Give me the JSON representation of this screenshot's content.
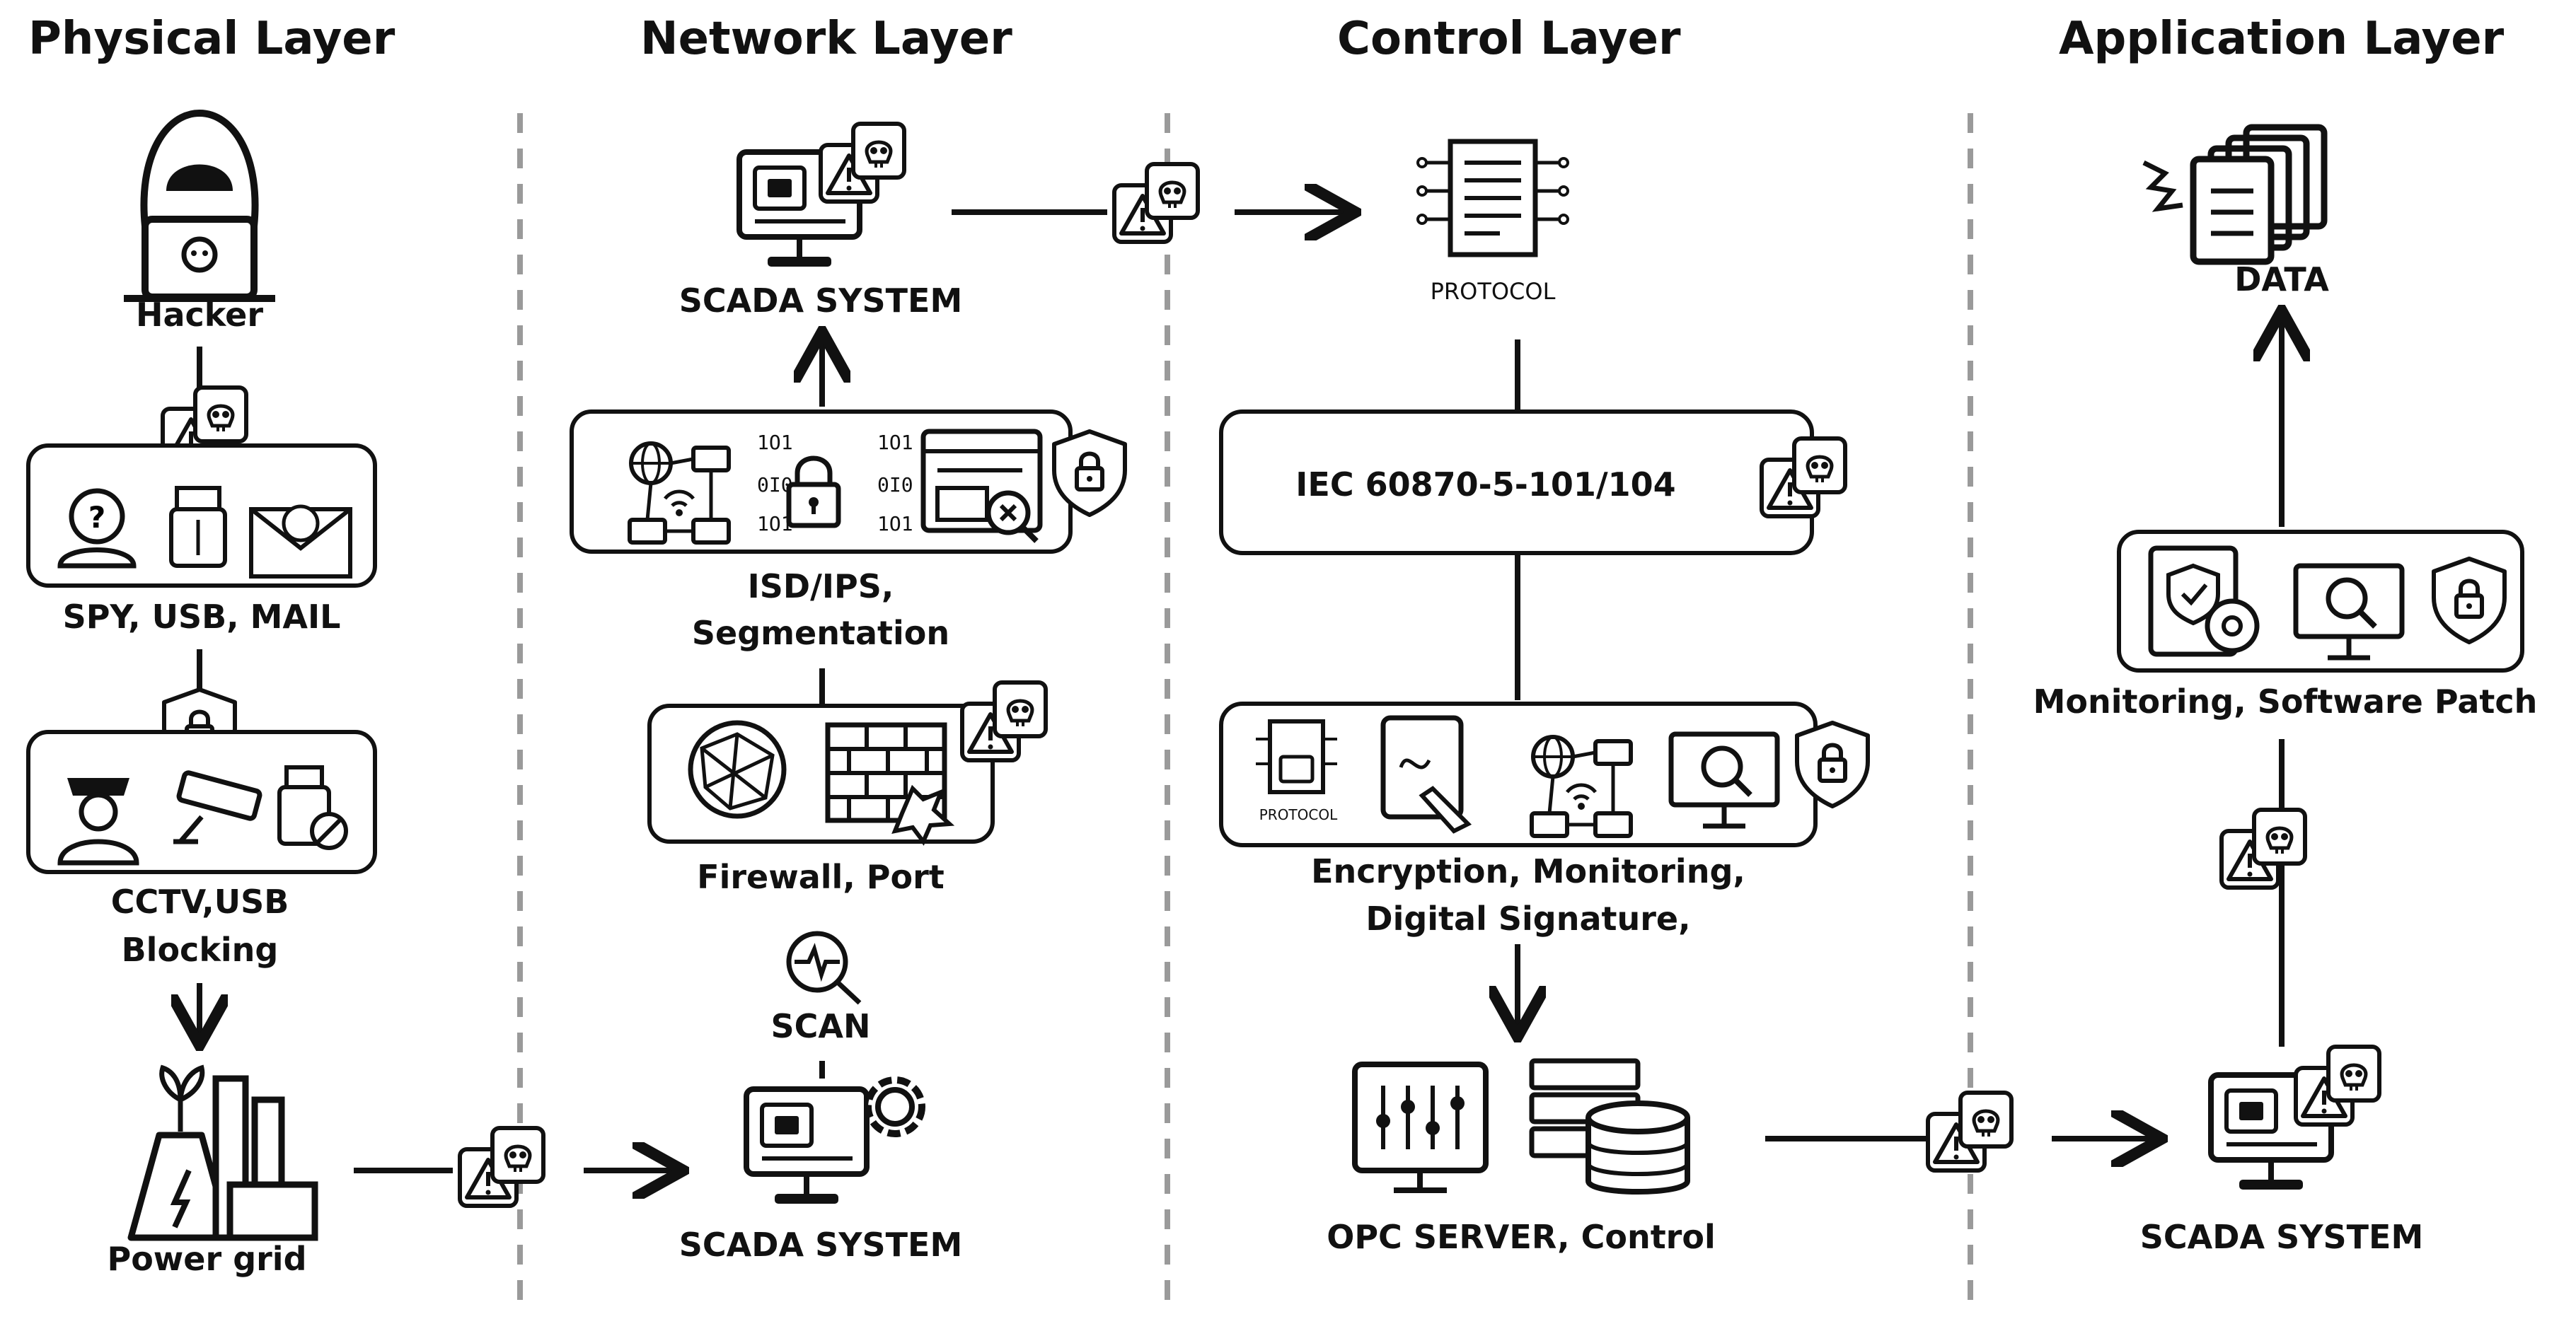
{
  "layers": {
    "physical": "Physical Layer",
    "network": "Network Layer",
    "control": "Control Layer",
    "application": "Application Layer"
  },
  "physical": {
    "hacker": "Hacker",
    "spy_usb_mail": "SPY, USB, MAIL",
    "cctv_line1": "CCTV,USB",
    "cctv_line2": "Blocking",
    "power_grid": "Power grid"
  },
  "network": {
    "scada_top": "SCADA SYSTEM",
    "isd_line1": "ISD/IPS,",
    "isd_line2": "Segmentation",
    "firewall": "Firewall, Port",
    "scan": "SCAN",
    "scada_bottom": "SCADA SYSTEM"
  },
  "control": {
    "protocol": "PROTOCOL",
    "iec": "IEC 60870-5-101/104",
    "protocol_small": "PROTOCOL",
    "enc_line1": "Encryption, Monitoring,",
    "enc_line2": "Digital Signature,",
    "opc": "OPC SERVER, Control"
  },
  "application": {
    "data": "DATA",
    "monitoring": "Monitoring, Software Patch",
    "scada": "SCADA SYSTEM"
  },
  "icons": [
    "hacker-icon",
    "malware-warning-icon",
    "spy-icon",
    "usb-icon",
    "mail-icon",
    "shield-lock-icon",
    "guard-icon",
    "cctv-icon",
    "usb-block-icon",
    "power-plant-icon",
    "computer-icon",
    "network-icon",
    "lock-icon",
    "browser-icon",
    "globe-icon",
    "firewall-icon",
    "scan-icon",
    "gear-icon",
    "protocol-icon",
    "signature-icon",
    "monitor-icon",
    "control-panel-icon",
    "database-icon",
    "data-icon",
    "document-shield-icon"
  ]
}
